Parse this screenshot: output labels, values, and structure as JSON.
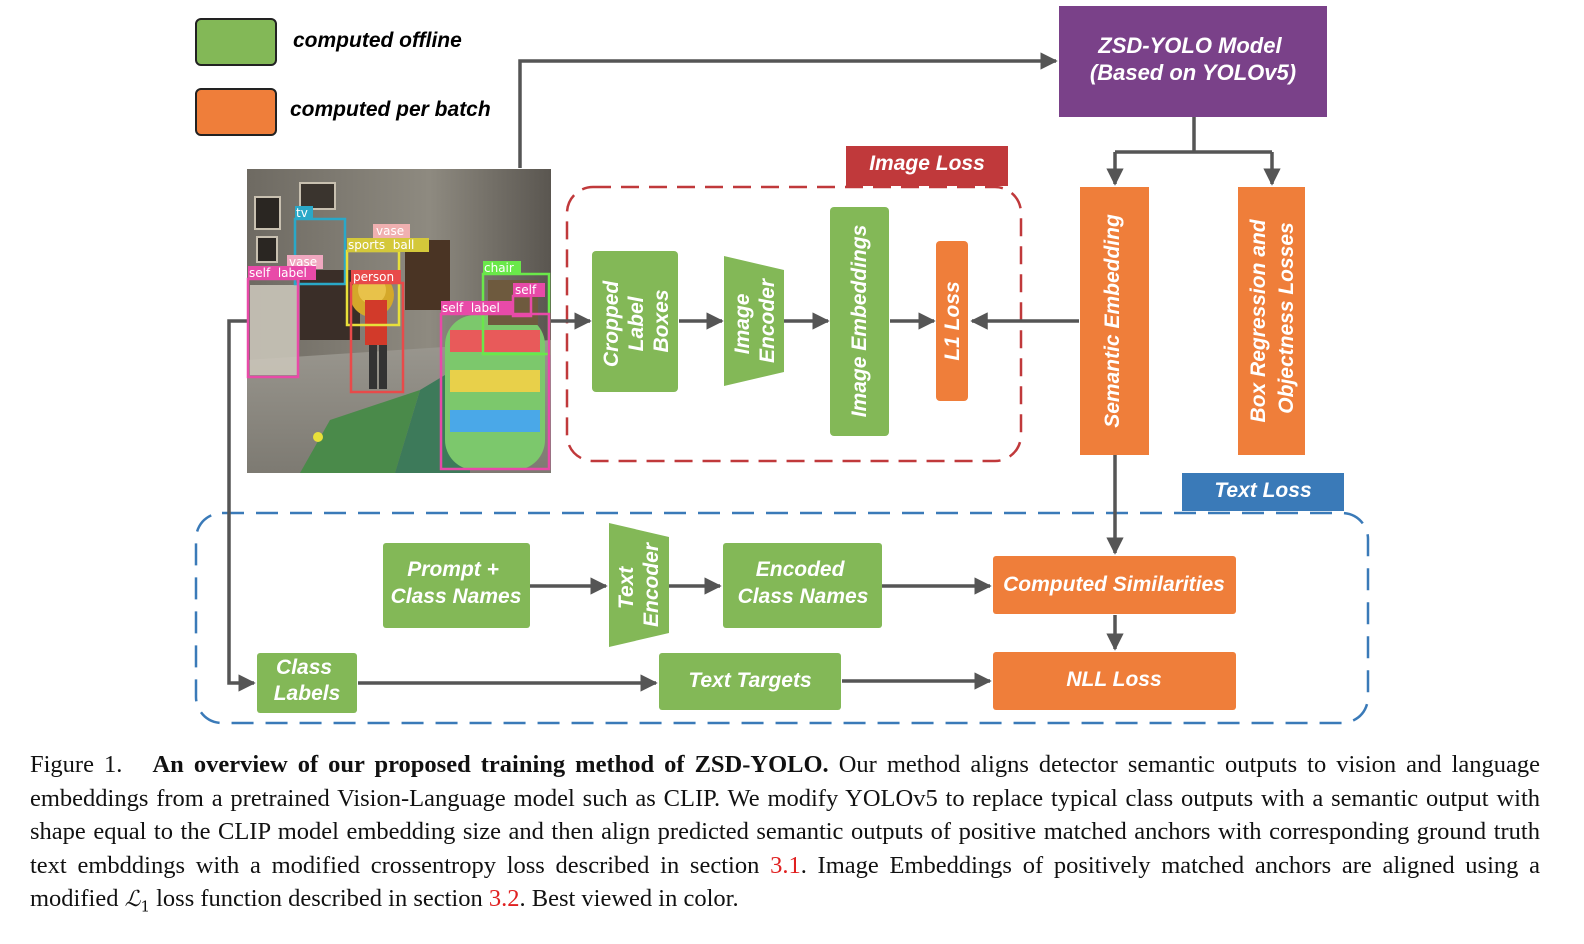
{
  "legend": {
    "offline_label": "computed offline",
    "batch_label": "computed per batch"
  },
  "colors": {
    "green": "#83b857",
    "orange": "#ef7e3a",
    "purple": "#7a4189",
    "image_loss_red": "#c0393b",
    "text_loss_blue": "#3a7ab8",
    "arrow": "#555555"
  },
  "model": {
    "line1": "ZSD-YOLO Model",
    "line2": "(Based on YOLOv5)"
  },
  "image_loss_title": "Image Loss",
  "text_loss_title": "Text Loss",
  "nodes": {
    "cropped_boxes": [
      "Cropped",
      "Label",
      "Boxes"
    ],
    "image_encoder": [
      "Image",
      "Encoder"
    ],
    "image_embeddings": "Image Embeddings",
    "l1_loss": "L1 Loss",
    "semantic_embedding": "Semantic Embedding",
    "box_regression": [
      "Box Regression and",
      "Objectness Losses"
    ],
    "prompt_class_names": [
      "Prompt +",
      "Class Names"
    ],
    "text_encoder": [
      "Text",
      "Encoder"
    ],
    "encoded_class_names": [
      "Encoded",
      "Class Names"
    ],
    "computed_similarities": "Computed Similarities",
    "class_labels": [
      "Class",
      "Labels"
    ],
    "text_targets": "Text Targets",
    "nll_loss": "NLL Loss"
  },
  "photo_labels": {
    "tv": "tv",
    "vase_top": "vase",
    "sports_ball": "sports  ball",
    "vase_left": "vase",
    "self_label_left": "self  label",
    "person": "person",
    "chair": "chair",
    "self_right": "self",
    "self_label_right": "self  label"
  },
  "caption": {
    "figure_num": "Figure 1.",
    "title": "An overview of our proposed training method of ZSD-YOLO.",
    "text1": "Our method aligns detector semantic outputs to vision and language embeddings from a pretrained Vision-Language model such as CLIP. We modify YOLOv5 to replace typical class outputs with a semantic output with shape equal to the CLIP model embedding size and then align predicted semantic outputs of positive matched anchors with corresponding ground truth text embddings with a modified crossentropy loss described in section",
    "ref1": "3.1",
    "text2": ". Image Embeddings of positively matched anchors are aligned using a modified",
    "math_symbol": "ℒ",
    "math_sub": "1",
    "text3": "loss function described in section",
    "ref2": "3.2",
    "text4": ". Best viewed in color."
  }
}
